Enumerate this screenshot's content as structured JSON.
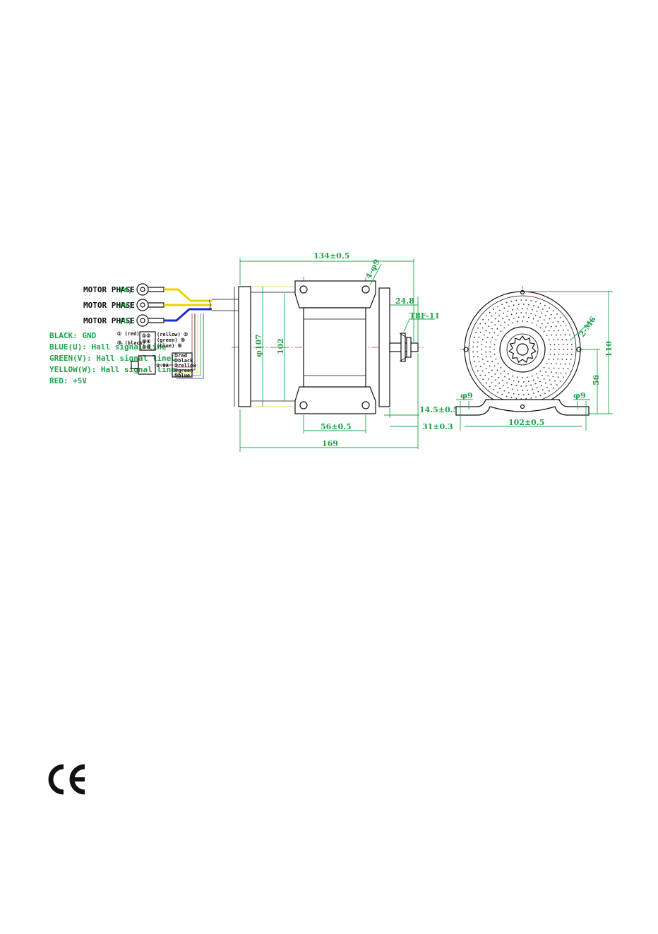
{
  "labels": {
    "phase_w": "MOTOR PHASE",
    "phase_w_tag": "(W)",
    "phase_v": "MOTOR PHASE",
    "phase_v_tag": "(V)",
    "phase_u": "MOTOR PHASE",
    "phase_u_tag": "(U)",
    "black_gnd": "BLACK: GND",
    "blue_hall": "BLUE(U): Hall signal line",
    "green_hall": "GREEN(V): Hall signal lineL",
    "yellow_hall": "YELLOW(W): Hall signal line",
    "red_5v": "RED: +5V"
  },
  "connector": {
    "pin1": "① (red)",
    "pin2": "(rellow) ②",
    "pin3": "③ (black)",
    "pin4": "(green) ⑤",
    "pin6": "(blue) ⑥",
    "cells": [
      "①②",
      "③④",
      "⑤⑥"
    ],
    "rating": "2.8A",
    "list": [
      "①red",
      "②black",
      "③rellow",
      "④green",
      "⑤blue"
    ]
  },
  "dimensions": {
    "overall_body": "134±0.5",
    "holes": "4-φ9",
    "shaft_ext": "24.8",
    "sprocket": "T8F-11",
    "flange_dia": "φ107",
    "body_dia": "102",
    "base_mount": "56±0.5",
    "shaft_to_flange": "14.5±0.5",
    "shaft_len": "31±0.3",
    "total_len": "169",
    "tapped": "2-M6",
    "height_total": "110",
    "center_height": "56",
    "slot_left": "φ9",
    "slot_right": "φ9",
    "base_width": "102±0.5"
  },
  "ce_mark": "CE",
  "colors": {
    "dimension": "#1fa34a",
    "centerline": "#d12b2b",
    "wire_yellow": "#e8d400",
    "wire_blue": "#1c2fc7",
    "extension": "#e7d24a"
  }
}
